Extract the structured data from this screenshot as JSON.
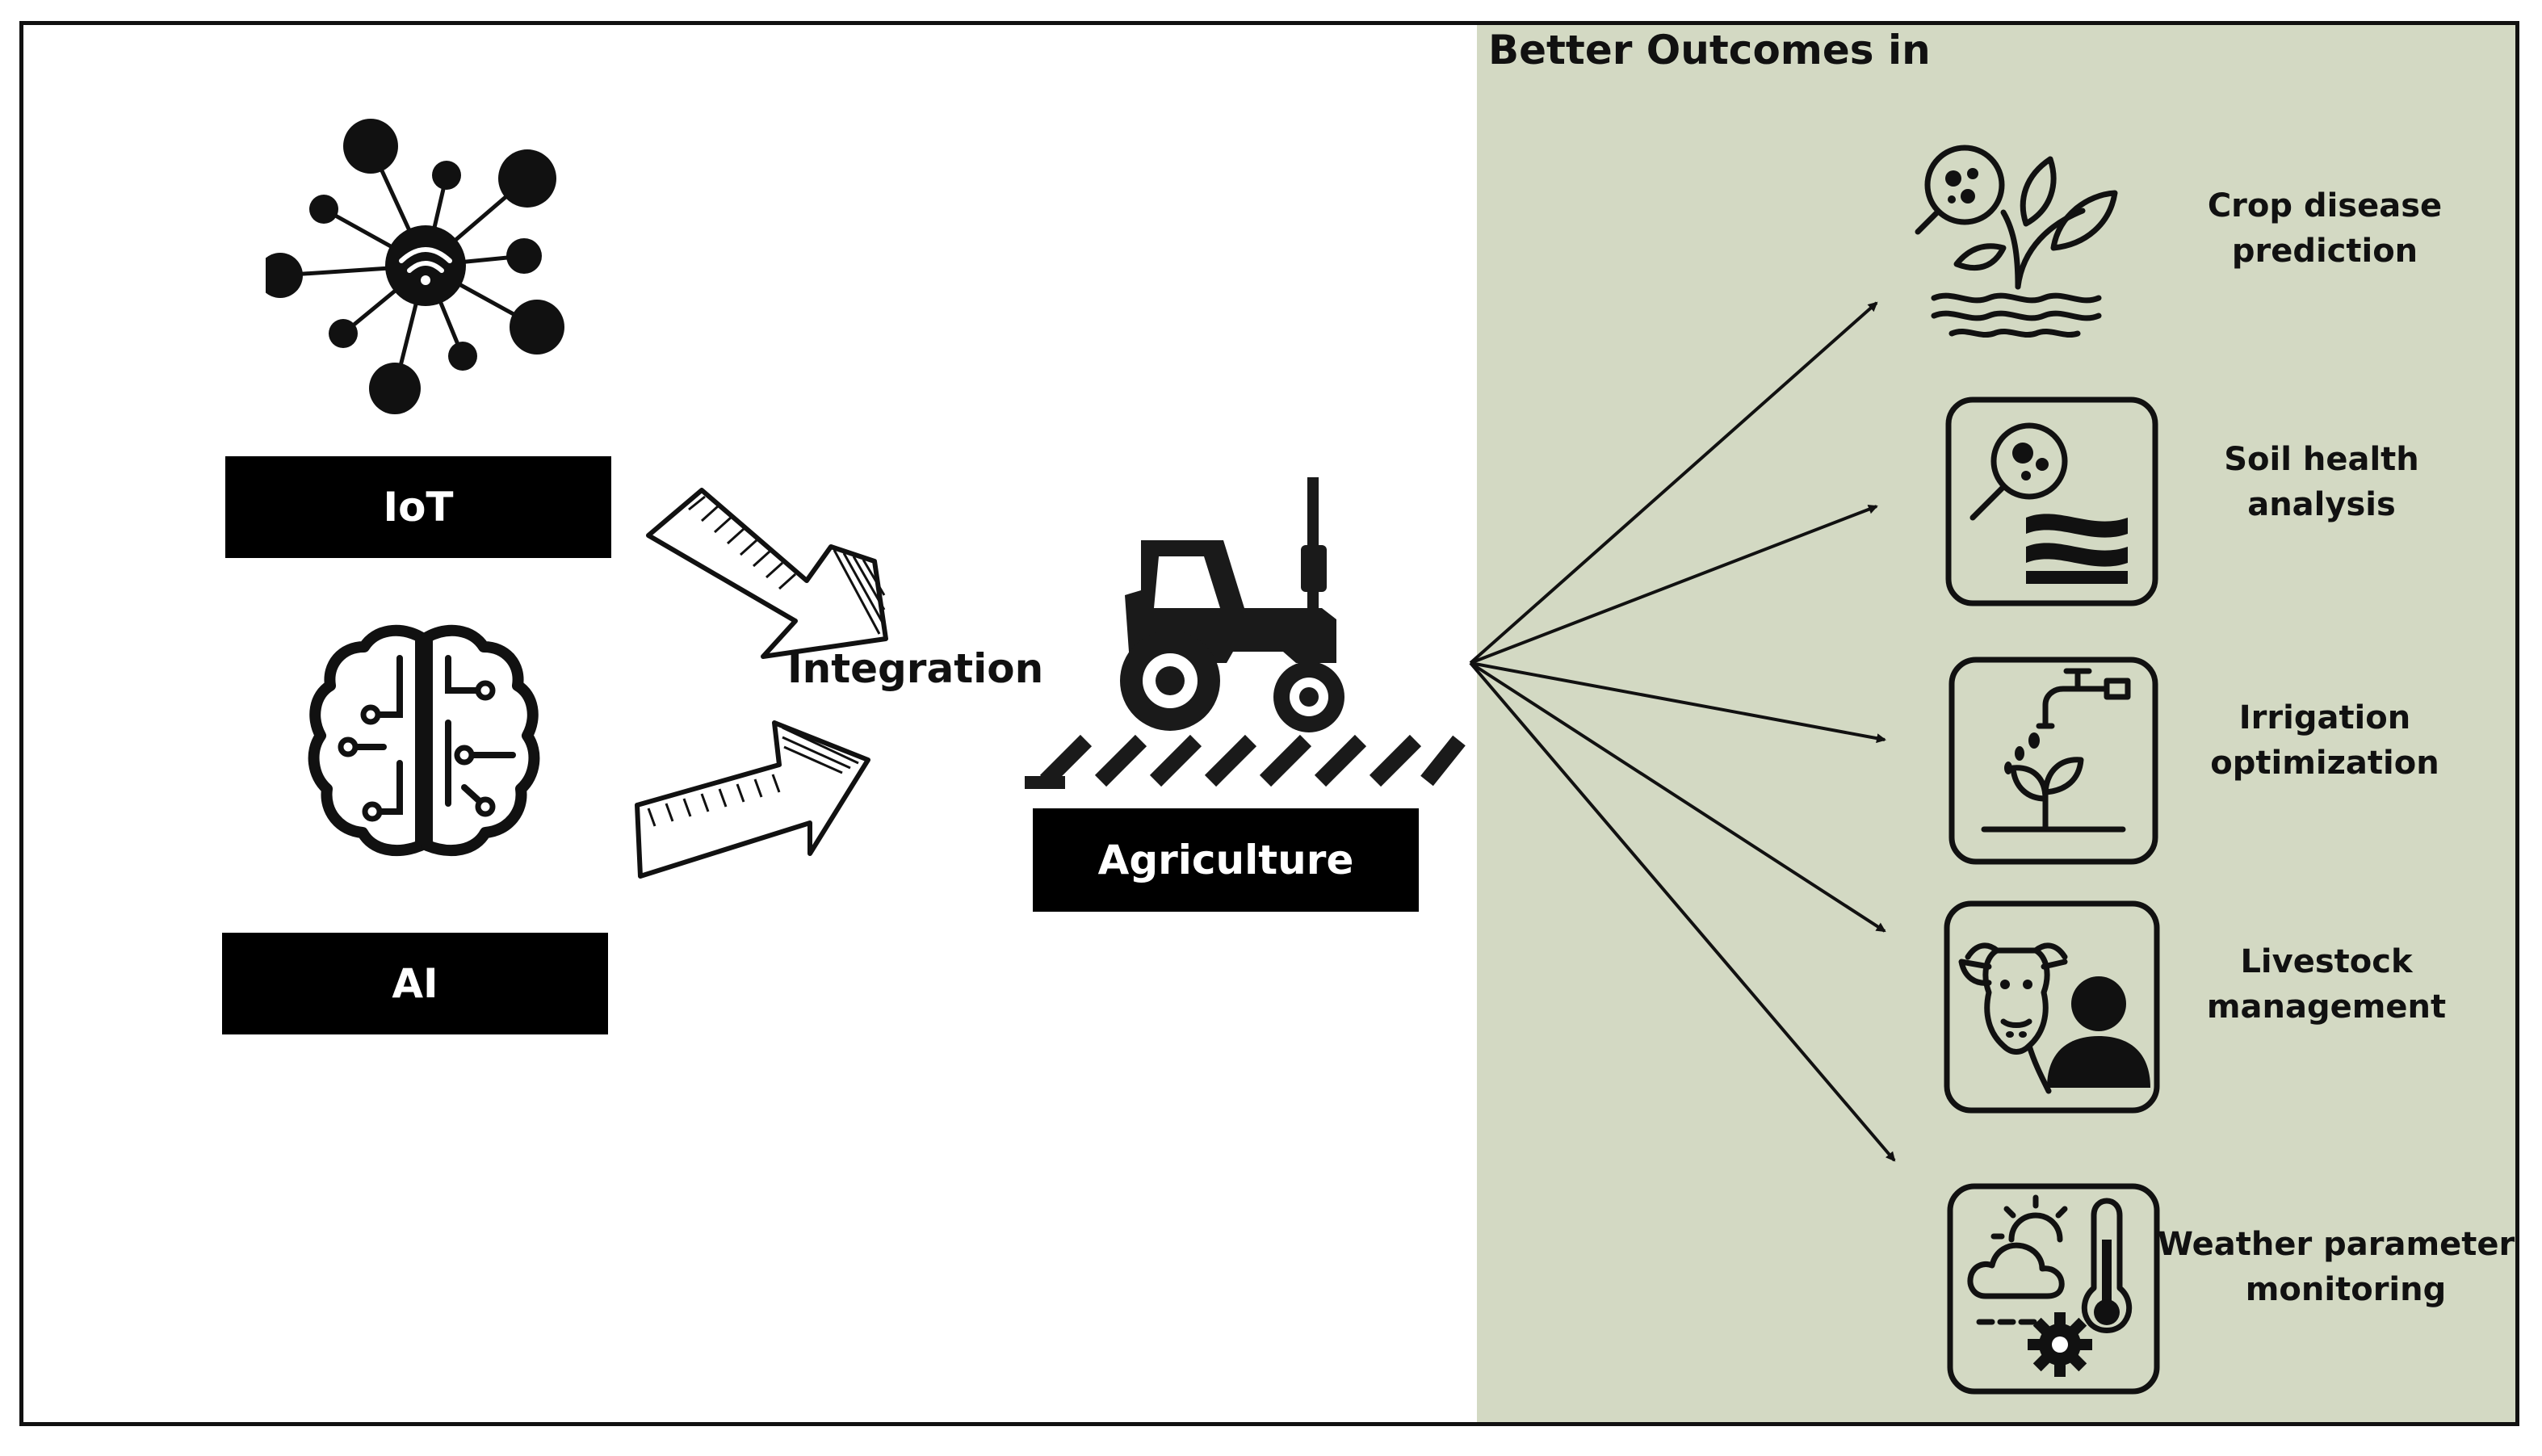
{
  "panel": {
    "title": "Better Outcomes in",
    "background": "#d3d9c3"
  },
  "inputs": {
    "iot_label": "IoT",
    "ai_label": "AI"
  },
  "integration_label": "Integration",
  "hub_label": "Agriculture",
  "outcomes": [
    {
      "label": "Crop disease\nprediction",
      "icon": "plant-magnifier-icon"
    },
    {
      "label": "Soil health\nanalysis",
      "icon": "soil-magnifier-icon"
    },
    {
      "label": "Irrigation\noptimization",
      "icon": "faucet-sprout-icon"
    },
    {
      "label": "Livestock\nmanagement",
      "icon": "cow-farmer-icon"
    },
    {
      "label": "Weather parameters\nmonitoring",
      "icon": "weather-thermometer-icon"
    }
  ]
}
